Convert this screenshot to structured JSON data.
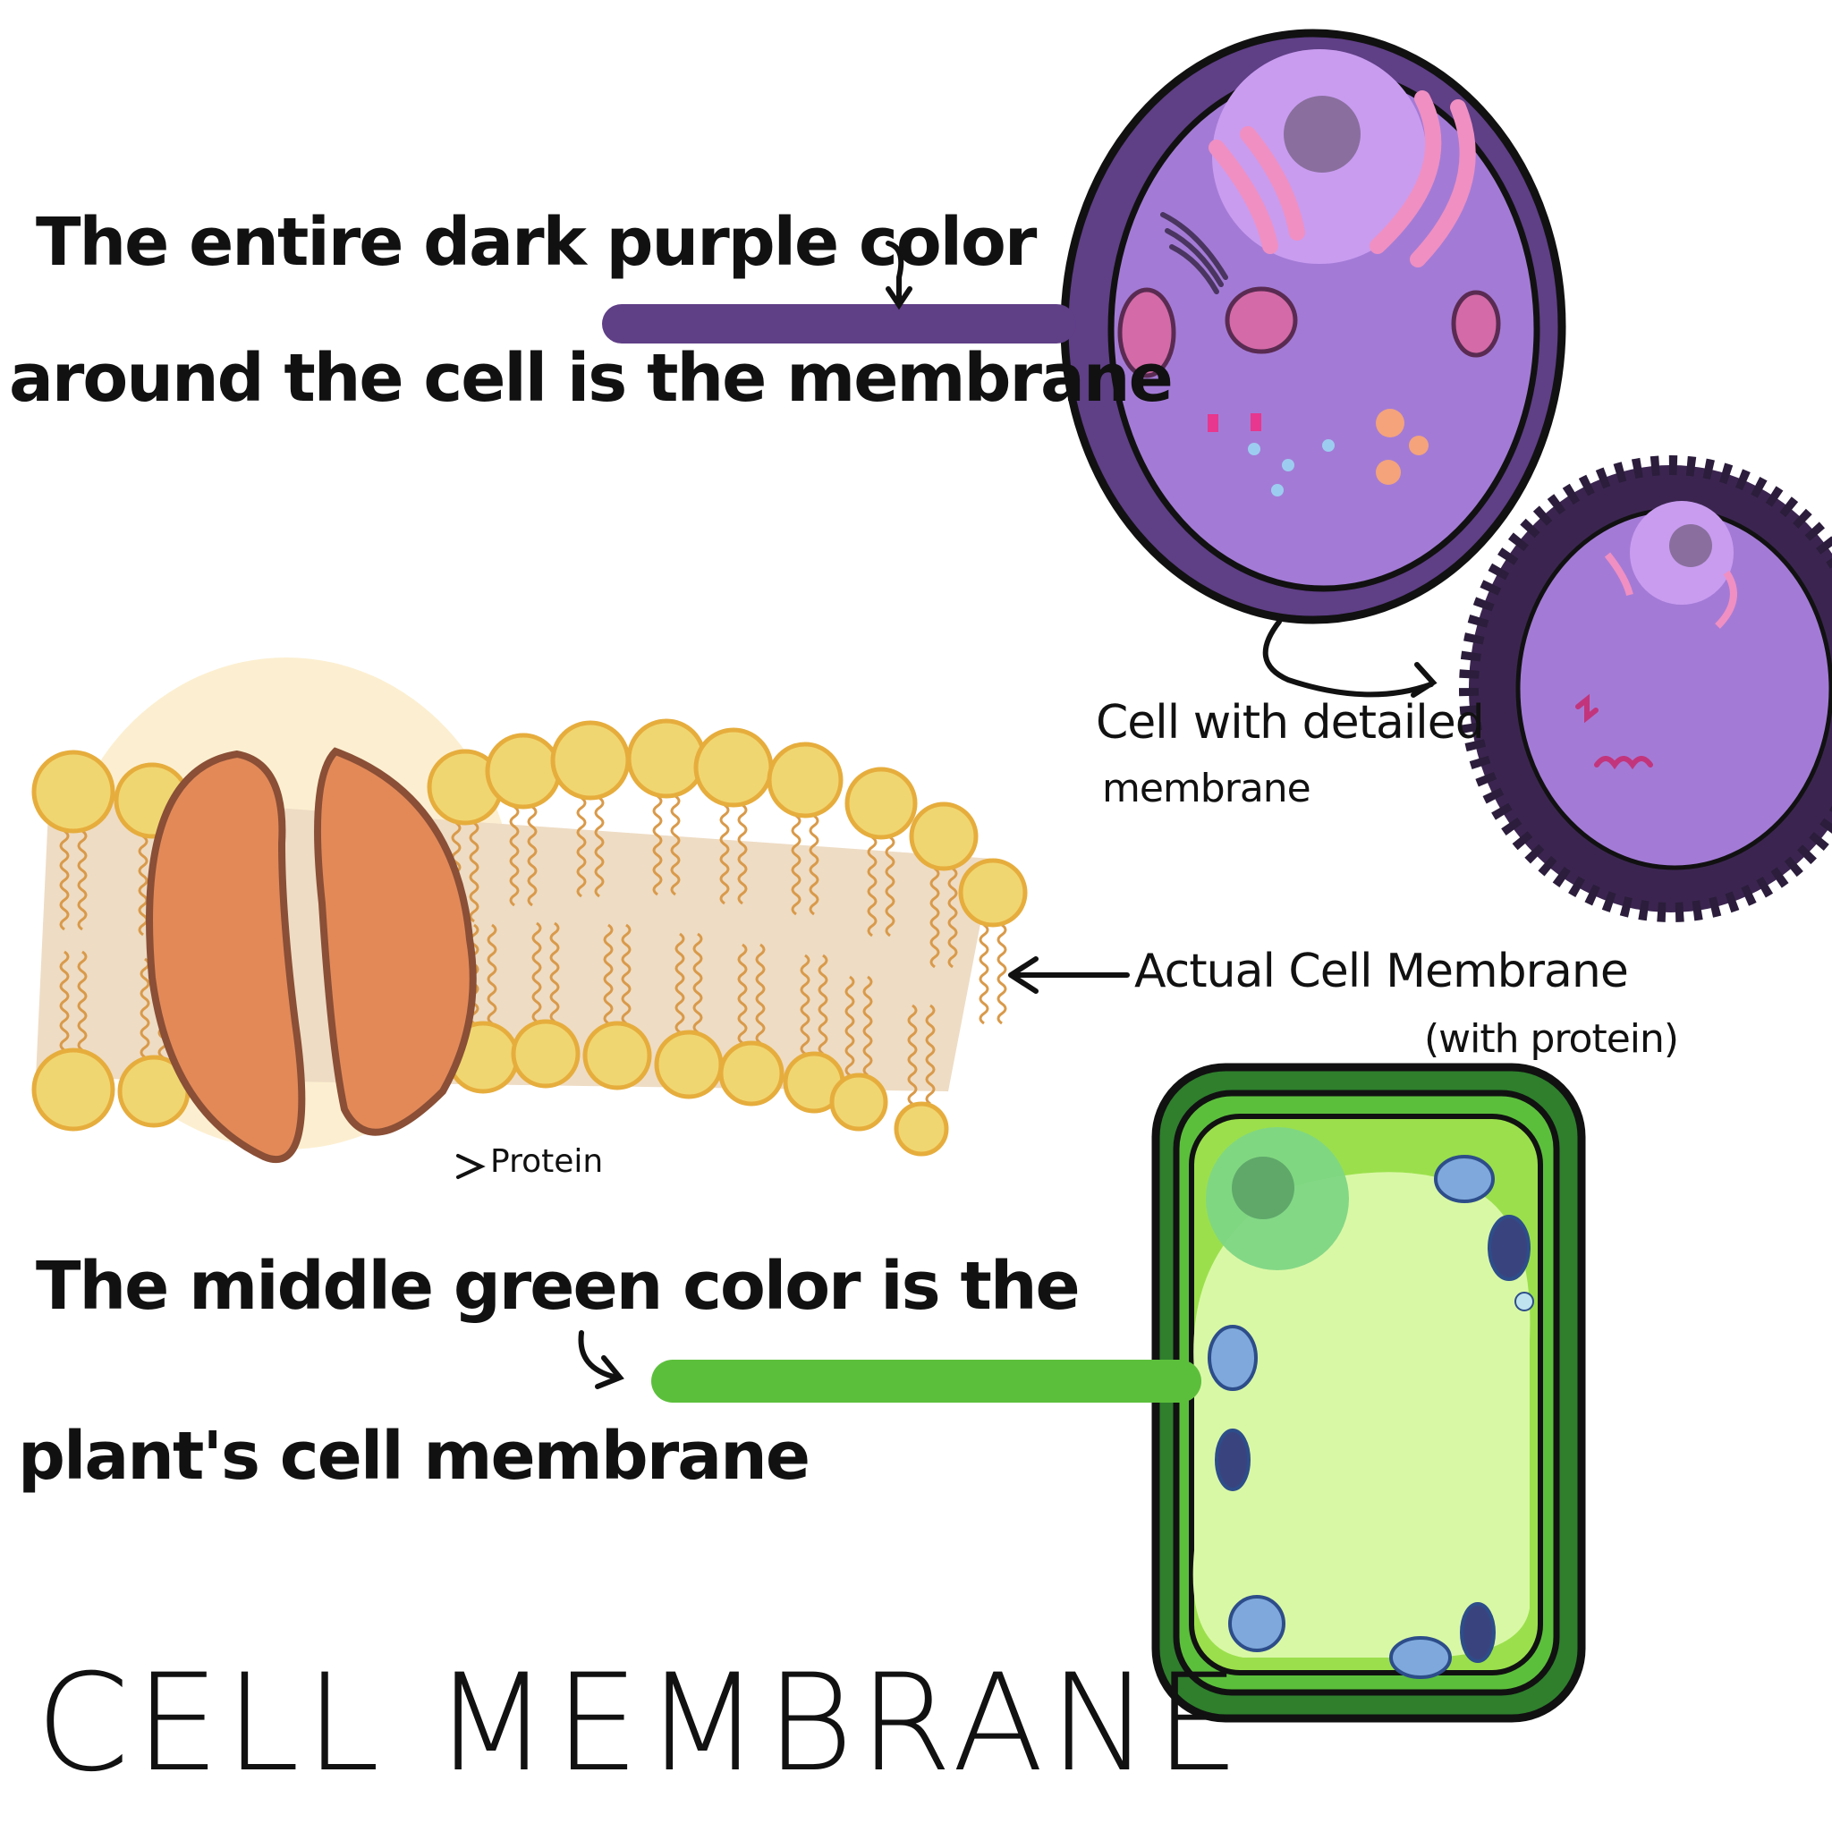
{
  "annotations": {
    "animal_line1": "The entire dark purple color",
    "animal_line2": "around the cell is the membrane",
    "detailed_line1": "Cell with detailed",
    "detailed_line2": "membrane",
    "actual_line1": "Actual Cell Membrane",
    "actual_line2": "(with protein)",
    "protein": "Protein",
    "plant_line1": "The middle green color is the",
    "plant_line2": "plant's cell membrane"
  },
  "title": "CELL MEMBRANE",
  "colors": {
    "membrane_purple": "#5f3f86",
    "cytoplasm_purple": "#a37bd6",
    "nucleus": "#c99cf0",
    "phospholipid_head": "#f0d670",
    "protein": "#e38958",
    "plant_outer": "#2f7f2d",
    "plant_membrane": "#5cbf3c",
    "plant_cytoplasm": "#9be04c",
    "vacuole": "#d9f8a6"
  }
}
